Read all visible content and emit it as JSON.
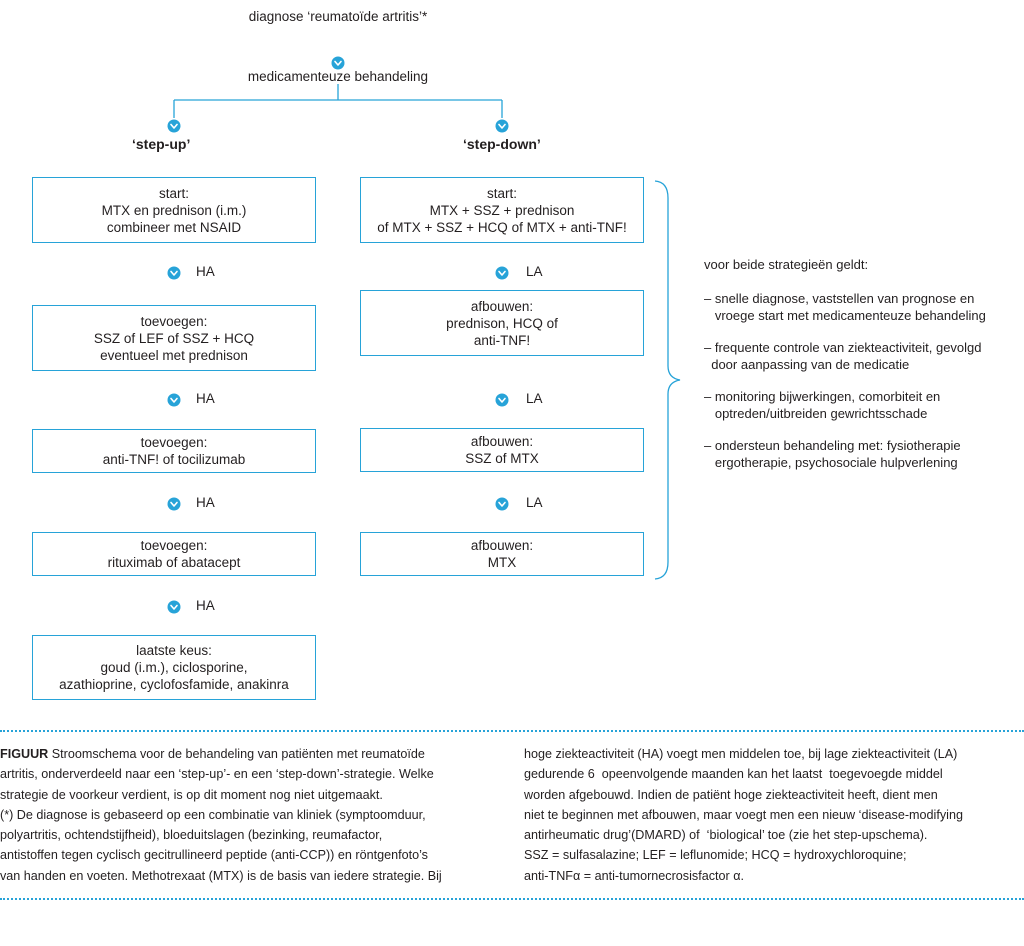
{
  "diagnosis": "diagnose ‘reumatoïde artritis’*",
  "treatment": "medicamenteuze behandeling",
  "branches": {
    "up": "‘step-up’",
    "down": "‘step-down’"
  },
  "step_up": {
    "boxes": [
      [
        "start:",
        "MTX en prednison (i.m.)",
        "combineer met NSAID"
      ],
      [
        "toevoegen:",
        "SSZ of LEF of SSZ + HCQ",
        "eventueel met prednison"
      ],
      [
        "toevoegen:",
        "anti-TNF!   of tocilizumab"
      ],
      [
        "toevoegen:",
        "rituximab of abatacept"
      ],
      [
        "laatste keus:",
        "goud (i.m.), ciclosporine,",
        "azathioprine, cyclofosfamide, anakinra"
      ]
    ],
    "arrow_labels": [
      "HA",
      "HA",
      "HA",
      "HA"
    ]
  },
  "step_down": {
    "boxes": [
      [
        "start:",
        "MTX + SSZ + prednison",
        "of MTX + SSZ + HCQ of MTX + anti-TNF!"
      ],
      [
        "afbouwen:",
        "prednison, HCQ of",
        "anti-TNF!"
      ],
      [
        "afbouwen:",
        "SSZ of MTX"
      ],
      [
        "afbouwen:",
        "MTX"
      ]
    ],
    "arrow_labels": [
      "LA",
      "LA",
      "LA"
    ]
  },
  "notes": {
    "title": "voor beide strategieën geldt:",
    "items": [
      [
        "– snelle diagnose, vaststellen van prognose en",
        "   vroege start met medicamenteuze behandeling"
      ],
      [
        "– frequente controle van ziekteactiviteit, gevolgd",
        "  door aanpassing van de medicatie"
      ],
      [
        "– monitoring bijwerkingen, comorbiteit en",
        "   optreden/uitbreiden gewrichtsschade"
      ],
      [
        "– ondersteun behandeling met: fysiotherapie",
        "   ergotherapie, psychosociale hulpverlening"
      ]
    ]
  },
  "caption": {
    "label": "FIGUUR",
    "left_lines": [
      " Stroomschema voor de behandeling van patiënten met reumatoïde",
      "artritis, onderverdeeld naar een ‘step-up’- en een ‘step-down’-strategie. Welke",
      "strategie de voorkeur verdient, is op dit moment nog niet uitgemaakt.",
      "(*) De diagnose is gebaseerd op een combinatie van kliniek (symptoomduur,",
      "polyartritis, ochtendstijfheid), bloeduitslagen (bezinking, reumafactor,",
      "antistoffen tegen cyclisch gecitrullineerd peptide (anti-CCP)) en röntgenfoto’s",
      "van handen en voeten. Methotrexaat (MTX) is de basis van iedere strategie. Bij"
    ],
    "right_lines": [
      "hoge ziekteactiviteit (HA) voegt men middelen toe, bij lage ziekteactiviteit (LA)",
      "gedurende 6  opeenvolgende maanden kan het laatst  toegevoegde middel",
      "worden afgebouwd. Indien de patiënt hoge ziekteactiviteit heeft, dient men",
      "niet te beginnen met afbouwen, maar voegt men een nieuw ‘disease-modifying",
      "antirheumatic drug’(DMARD) of  ‘biological’ toe (zie het step-upschema).",
      "SSZ = sulfasalazine; LEF = leflunomide; HCQ = hydroxychloroquine;",
      "anti-TNFα = anti-tumornecrosisfactor α."
    ]
  },
  "colors": {
    "accent": "#27a3d8",
    "text": "#231f20"
  },
  "icons": {
    "connector": "chevron-down-circle-icon"
  }
}
